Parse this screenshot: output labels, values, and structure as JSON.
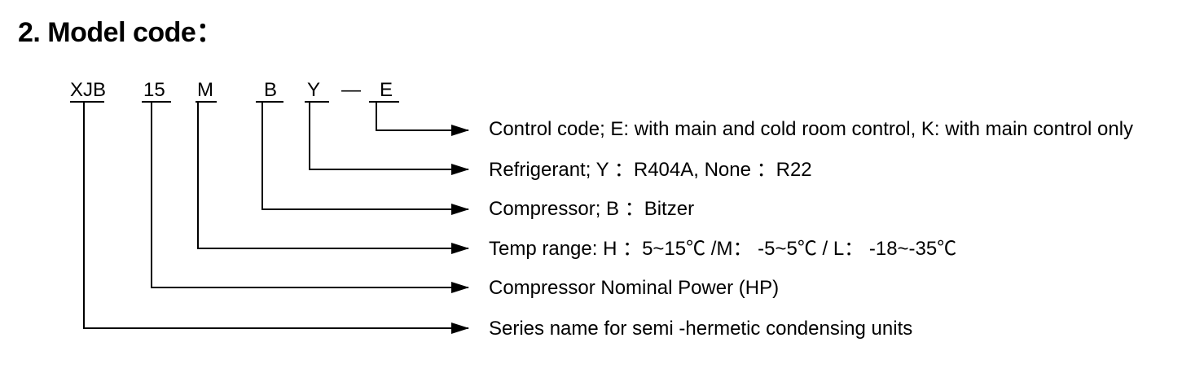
{
  "title": "2. Model code：",
  "code_parts": [
    {
      "text": "XJB"
    },
    {
      "text": "15"
    },
    {
      "text": "M"
    },
    {
      "text": "B"
    },
    {
      "text": "Y"
    },
    {
      "text": "—"
    },
    {
      "text": "E"
    }
  ],
  "descriptions": [
    "Control code; E: with main and cold room control, K: with main control only",
    "Refrigerant; Y ：R404A, None ：R22",
    "Compressor; B ：Bitzer",
    "Temp range: H ：5~15℃ /M： -5~5℃ / L： -18~-35℃",
    "Compressor Nominal Power (HP)",
    "Series name for semi -hermetic condensing units"
  ]
}
